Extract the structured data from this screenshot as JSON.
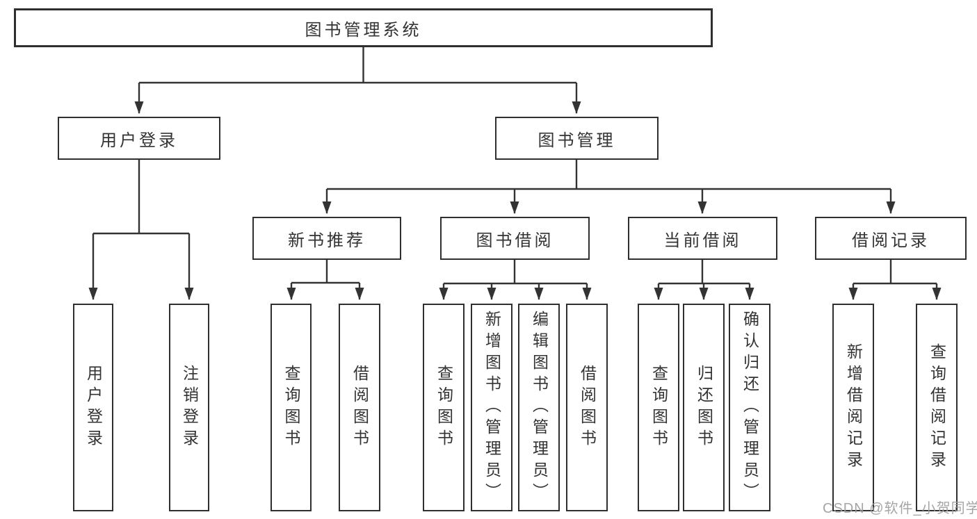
{
  "theme": {
    "line-color": "#333333",
    "border-color": "#2f2f2f",
    "text-color": "#333333",
    "bg-color": "#ffffff",
    "watermark-color": "#9e9e9e"
  },
  "tree": {
    "root": "图书管理系统",
    "branches": [
      {
        "label": "用户登录",
        "leaves": [
          "用户登录",
          "注销登录"
        ]
      },
      {
        "label": "图书管理",
        "groups": [
          {
            "label": "新书推荐",
            "leaves": [
              "查询图书",
              "借阅图书"
            ]
          },
          {
            "label": "图书借阅",
            "leaves": [
              "查询图书",
              "新增图书（管理员）",
              "编辑图书（管理员）",
              "借阅图书"
            ]
          },
          {
            "label": "当前借阅",
            "leaves": [
              "查询图书",
              "归还图书",
              "确认归还（管理员）"
            ]
          },
          {
            "label": "借阅记录",
            "leaves": [
              "新增借阅记录",
              "查询借阅记录"
            ]
          }
        ]
      }
    ]
  },
  "watermark": "CSDN @软件_小贺同学"
}
